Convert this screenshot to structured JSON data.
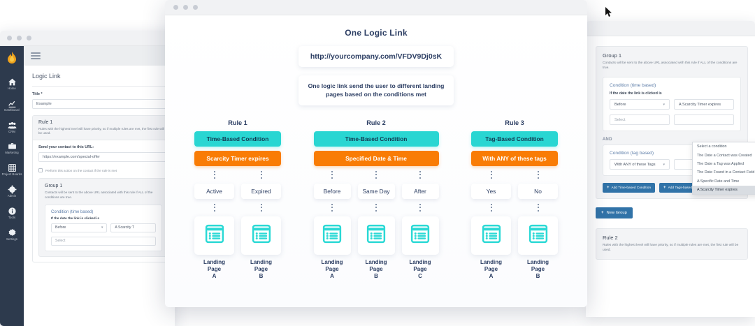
{
  "left_window": {
    "window_dots": 3,
    "logo_icon": "flame-logo-icon",
    "menu_icon": "hamburger-menu-icon",
    "sidebar": {
      "items": [
        {
          "label": "Home",
          "icon": "home-icon"
        },
        {
          "label": "Dashboard",
          "icon": "chart-icon"
        },
        {
          "label": "CRM",
          "icon": "people-icon"
        },
        {
          "label": "Marketing",
          "icon": "briefcase-icon"
        },
        {
          "label": "Project Boards",
          "icon": "grid-icon"
        },
        {
          "label": "Admin",
          "icon": "gear-solid-icon"
        },
        {
          "label": "Tools",
          "icon": "info-icon"
        },
        {
          "label": "Settings",
          "icon": "cog-icon"
        }
      ]
    },
    "page_title": "Logic Link",
    "title_field_label": "Title *",
    "title_field_value": "Example",
    "rule_card": {
      "heading": "Rule 1",
      "subtext": "Rules with the highest level will have priority, so if multiple rules are met, the first rule will be used.",
      "url_label": "Send your contact to this URL:",
      "url_value": "https://example.com/special-offer",
      "checkbox_label": "Perform this action on the contact if the rule is met"
    },
    "group": {
      "heading": "Group 1",
      "subtext": "Contacts will be sent to the above URL associated with this rule if ALL of the conditions are true.",
      "condition_title": "Condition (time based)",
      "condition_question": "If the date the link is clicked is",
      "select_operator": "Before",
      "select_condition": "A Scarcity T",
      "select_placeholder": "Select"
    }
  },
  "right_window": {
    "window_dots": 3,
    "group": {
      "heading": "Group 1",
      "subtext": "Contacts will be sent to the above URL associated with this rule if ALL of the conditions are true."
    },
    "time_condition": {
      "title": "Condition (time based)",
      "question": "If the date the link is clicked is",
      "operator_value": "Before",
      "condition_value": "A Scarcity Timer expires",
      "placeholder": "Select"
    },
    "and_label": "AND",
    "tag_condition": {
      "title": "Condition (tag based)",
      "operator_value": "With ANY of these Tags",
      "tag_value": ""
    },
    "dropdown_options": [
      "Select a condition",
      "The Date a Contact was Created",
      "The Date a Tag was Applied",
      "The Date Found in a Contact Field",
      "A Specific Date and Time",
      "A Scarcity Timer expires"
    ],
    "dropdown_selected": "A Scarcity Timer expires",
    "buttons": {
      "add_time_condition": "Add Time-based Condition",
      "add_tag_condition": "Add Tags-based Condition",
      "new_group": "New Group",
      "plus_icon": "plus-icon"
    },
    "rule2": {
      "heading": "Rule 2",
      "subtext": "Rules with the highest level will have priority, so if multiple rules are met, the first rule will be used."
    }
  },
  "center_window": {
    "window_dots": 3,
    "title": "One Logic Link",
    "url": "http://yourcompany.com/VFDV9Dj0sK",
    "description": "One logic link send the user to different landing pages based on the conditions met",
    "colors": {
      "teal": "#29d6d2",
      "orange": "#f97c05",
      "navy": "#2c3e63",
      "card": "#ffffff"
    },
    "rules": [
      {
        "title": "Rule 1",
        "condition_type": "Time-Based Condition",
        "condition_value": "Scarcity Timer expires",
        "branches": [
          {
            "option": "Active",
            "landing_page": "Landing\nPage\nA",
            "icon": "landing-page-icon"
          },
          {
            "option": "Expired",
            "landing_page": "Landing\nPage\nB",
            "icon": "landing-page-icon"
          }
        ]
      },
      {
        "title": "Rule 2",
        "condition_type": "Time-Based Condition",
        "condition_value": "Specified Date & Time",
        "branches": [
          {
            "option": "Before",
            "landing_page": "Landing\nPage\nA",
            "icon": "landing-page-icon"
          },
          {
            "option": "Same Day",
            "landing_page": "Landing\nPage\nB",
            "icon": "landing-page-icon"
          },
          {
            "option": "After",
            "landing_page": "Landing\nPage\nC",
            "icon": "landing-page-icon"
          }
        ]
      },
      {
        "title": "Rule 3",
        "condition_type": "Tag-Based Condition",
        "condition_value": "With ANY of these tags",
        "branches": [
          {
            "option": "Yes",
            "landing_page": "Landing\nPage\nA",
            "icon": "landing-page-icon"
          },
          {
            "option": "No",
            "landing_page": "Landing\nPage\nB",
            "icon": "landing-page-icon"
          }
        ]
      }
    ]
  }
}
